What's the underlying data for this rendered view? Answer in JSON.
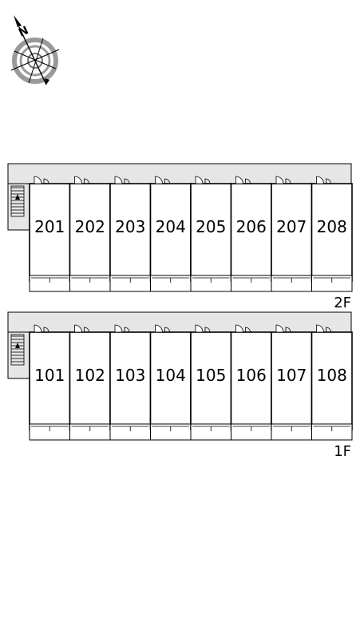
{
  "compass": {
    "label": "N",
    "icon": "compass-rose-icon"
  },
  "floors": [
    {
      "label": "2F",
      "stair_icon": "stair-icon",
      "units": [
        "201",
        "202",
        "203",
        "204",
        "205",
        "206",
        "207",
        "208"
      ]
    },
    {
      "label": "1F",
      "stair_icon": "stair-icon",
      "units": [
        "101",
        "102",
        "103",
        "104",
        "105",
        "106",
        "107",
        "108"
      ]
    }
  ],
  "colors": {
    "corridor": "#e6e6e6",
    "wall": "#000000",
    "background": "#ffffff",
    "compass_ring": "#9a9a9a"
  }
}
